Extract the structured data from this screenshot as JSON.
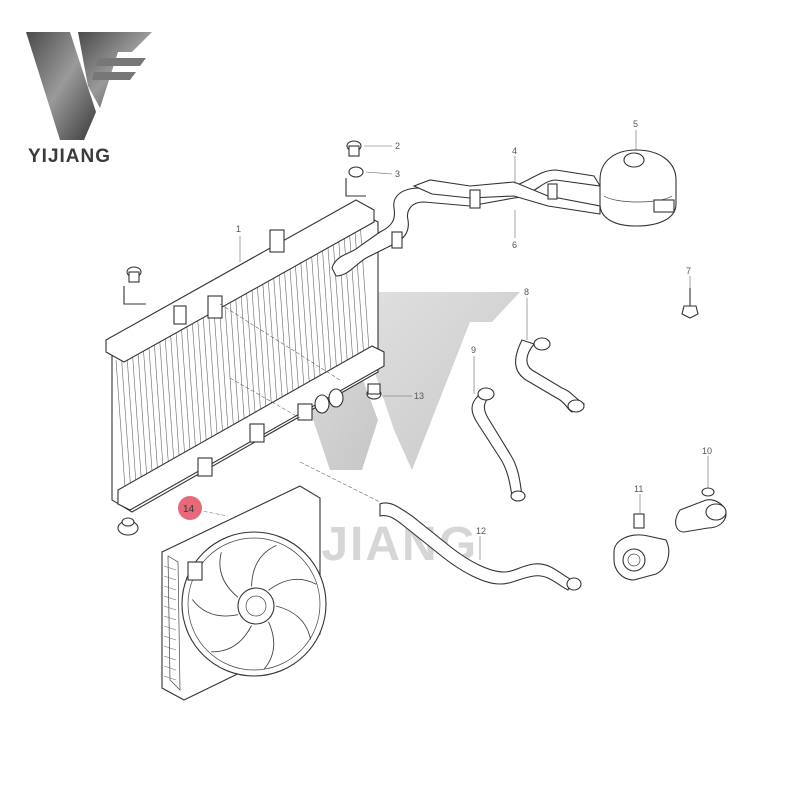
{
  "brand": {
    "name": "YIJIANG",
    "watermark_text": "YIJIANG"
  },
  "colors": {
    "logo_dark": "#3b3b3b",
    "logo_light": "#8a8a8a",
    "highlight": "#e35a6a",
    "line": "#333333",
    "watermark": "#b5b5b5"
  },
  "callouts": [
    {
      "id": "1",
      "label": "1"
    },
    {
      "id": "2",
      "label": "2"
    },
    {
      "id": "3",
      "label": "3"
    },
    {
      "id": "4",
      "label": "4"
    },
    {
      "id": "5",
      "label": "5"
    },
    {
      "id": "6",
      "label": "6"
    },
    {
      "id": "7",
      "label": "7"
    },
    {
      "id": "8",
      "label": "8"
    },
    {
      "id": "9",
      "label": "9"
    },
    {
      "id": "10",
      "label": "10"
    },
    {
      "id": "11",
      "label": "11"
    },
    {
      "id": "12",
      "label": "12"
    },
    {
      "id": "13",
      "label": "13"
    },
    {
      "id": "14",
      "label": "14",
      "highlighted": true
    }
  ]
}
